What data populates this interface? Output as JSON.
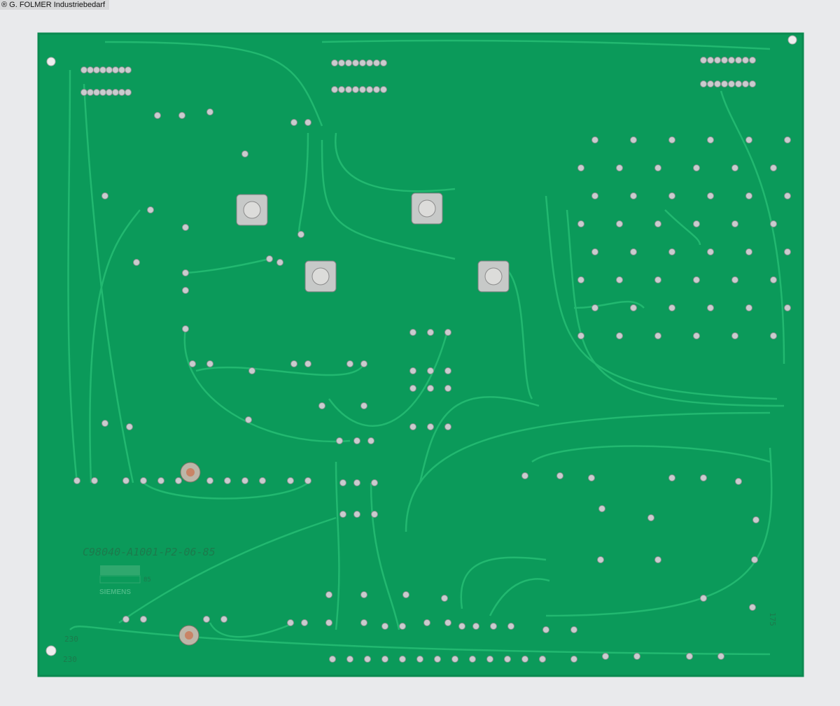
{
  "watermark": "® G. FOLMER Industriebedarf",
  "board": {
    "part_number": "C98040-A1001-P2-06-85",
    "manufacturer": "SIEMENS",
    "date_code": "85",
    "label_230_a": "230",
    "label_230_b": "230",
    "label_175": "175"
  },
  "colors": {
    "pcb": "#0b9a5a",
    "trace": "#1fb56c",
    "pad": "#c9ccce",
    "background": "#e9eaec"
  }
}
